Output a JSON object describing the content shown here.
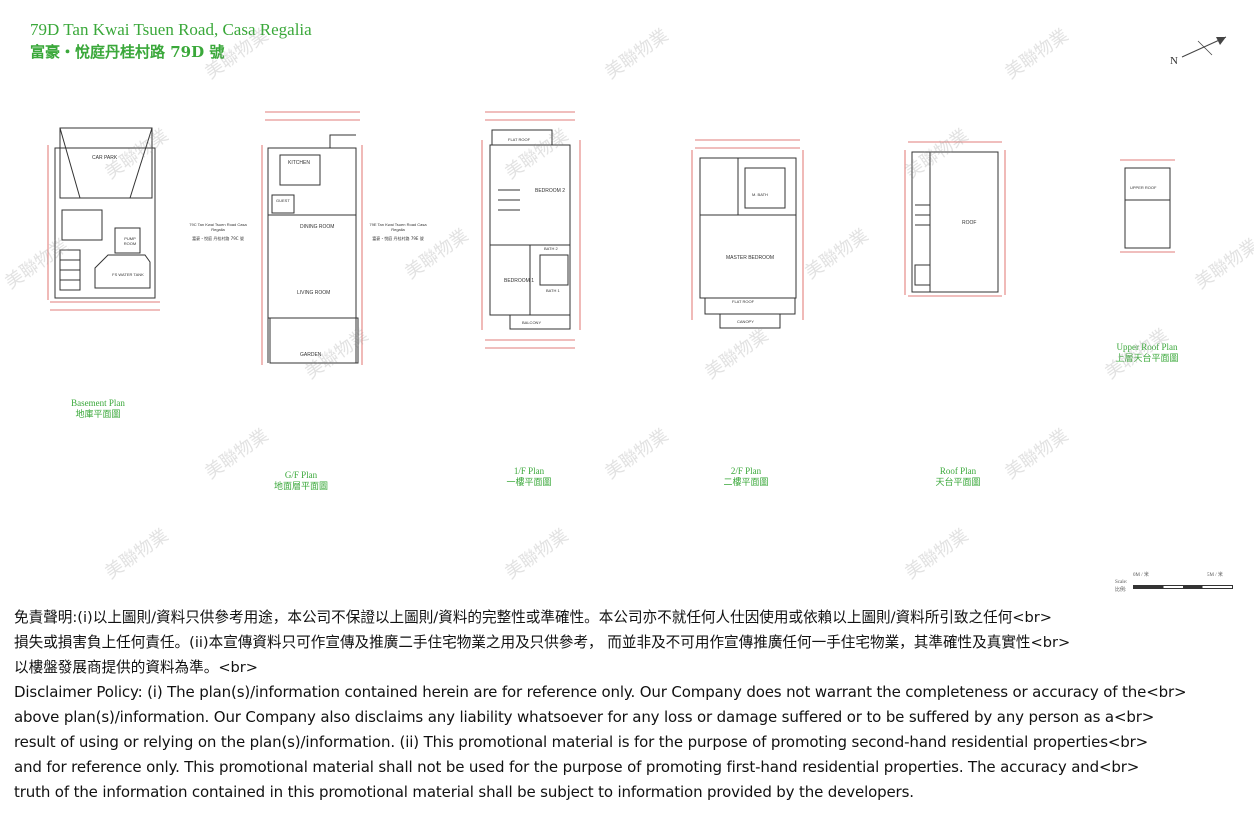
{
  "header": {
    "title_en": "79D Tan Kwai Tsuen Road, Casa Regalia",
    "title_zh": "富豪・悅庭丹桂村路 79D 號"
  },
  "plans": [
    {
      "en": "Basement Plan",
      "zh": "地庫平面圖"
    },
    {
      "en": "G/F Plan",
      "zh": "地面層平面圖"
    },
    {
      "en": "1/F Plan",
      "zh": "一樓平面圖"
    },
    {
      "en": "2/F Plan",
      "zh": "二樓平面圖"
    },
    {
      "en": "Roof Plan",
      "zh": "天台平面圖"
    },
    {
      "en": "Upper Roof Plan",
      "zh": "上層天台平面圖"
    }
  ],
  "rooms": {
    "car_park": "CAR PARK",
    "pump_room": "PUMP ROOM",
    "fs_water_tank": "FS WATER TANK",
    "kitchen": "KITCHEN",
    "guest": "GUEST",
    "dining_room": "DINING ROOM",
    "living_room": "LIVING ROOM",
    "garden": "GARDEN",
    "flat_roof": "FLAT ROOF",
    "bedroom_2": "BEDROOM 2",
    "bath_2": "BATH 2",
    "bedroom_1": "BEDROOM 1",
    "bath_1": "BATH 1",
    "balcony": "BALCONY",
    "m_bath": "M. BATH",
    "master_bedroom": "MASTER BEDROOM",
    "canopy": "CANOPY",
    "roof": "ROOF",
    "upper_roof": "UPPER ROOF",
    "neighbor_79c_en": "79C Tan Kwai Tsuen Road Casa Regalia",
    "neighbor_79c_zh": "富豪・悅庭 丹桂村路 79C 號",
    "neighbor_79e_en": "79E Tan Kwai Tsuen Road Casa Regalia",
    "neighbor_79e_zh": "富豪・悅庭 丹桂村路 79E 號"
  },
  "north_label": "N",
  "scale": {
    "left": "0M / 米",
    "right": "5M / 米",
    "label_en": "Scale:",
    "label_zh": "比例:"
  },
  "watermark": "美聯物業",
  "disclaimer": {
    "zh_lines": [
      "免責聲明:(i)以上圖則/資料只供參考用途，本公司不保證以上圖則/資料的完整性或準確性。本公司亦不就任何人仕因使用或依賴以上圖則/資料所引致之任何<br>",
      "損失或損害負上任何責任。(ii)本宣傳資料只可作宣傳及推廣二手住宅物業之用及只供參考， 而並非及不可用作宣傳推廣任何一手住宅物業，其準確性及真實性<br>",
      "以樓盤發展商提供的資料為準。<br>"
    ],
    "en_lines": [
      "Disclaimer Policy: (i) The plan(s)/information contained herein are for reference only. Our Company does not warrant the completeness or accuracy of the<br>",
      "above plan(s)/information. Our Company also disclaims any liability whatsoever for any loss or damage suffered or to be suffered by any person as a<br>",
      "result of using or relying on the plan(s)/information. (ii) This promotional material is for the purpose of promoting second-hand residential properties<br>",
      "and for reference only. This promotional material shall not be used for the purpose of promoting first-hand residential properties. The accuracy and<br>",
      "truth of the information contained in this promotional material shall be subject to information provided by the developers."
    ]
  }
}
